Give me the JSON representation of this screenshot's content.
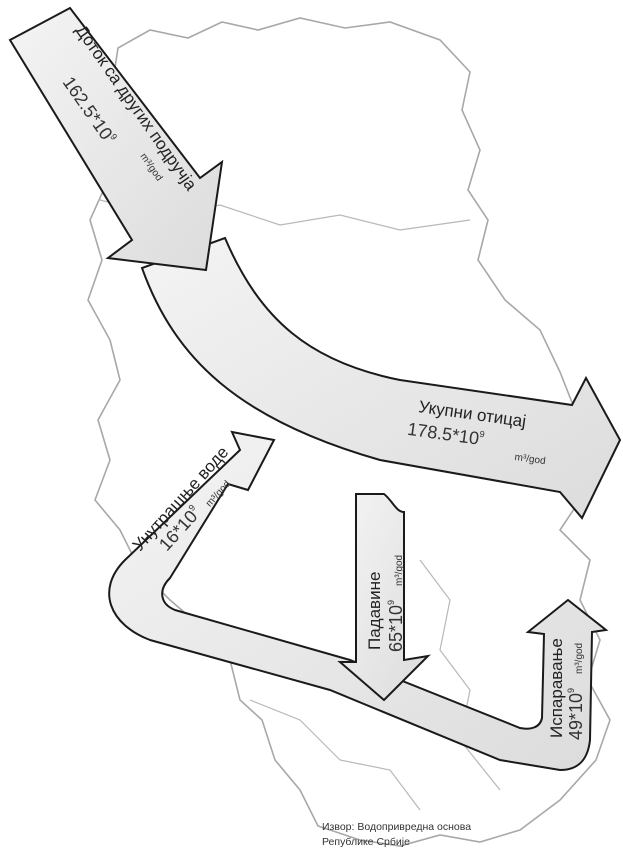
{
  "flows": {
    "inflow": {
      "label": "Доток са других подручја",
      "value": "162.5*10",
      "exp": "9",
      "unit": "m³/god"
    },
    "total_outflow": {
      "label": "Укупни отицај",
      "value": "178.5*10",
      "exp": "9",
      "unit": "m³/god"
    },
    "internal_waters": {
      "label": "Унутрашње воде",
      "value": "16*10",
      "exp": "9",
      "unit": "m³/god"
    },
    "precipitation": {
      "label": "Падавине",
      "value": "65*10",
      "exp": "9",
      "unit": "m³/god"
    },
    "evaporation": {
      "label": "Испаравање",
      "value": "49*10",
      "exp": "9",
      "unit": "m³/god"
    }
  },
  "source": {
    "line1": "Извор: Водопривредна основа",
    "line2": "Републике Србије"
  },
  "colors": {
    "border": "#a8a8a8",
    "arrow_fill": "#ebebeb",
    "arrow_stroke": "#1a1a1a"
  }
}
